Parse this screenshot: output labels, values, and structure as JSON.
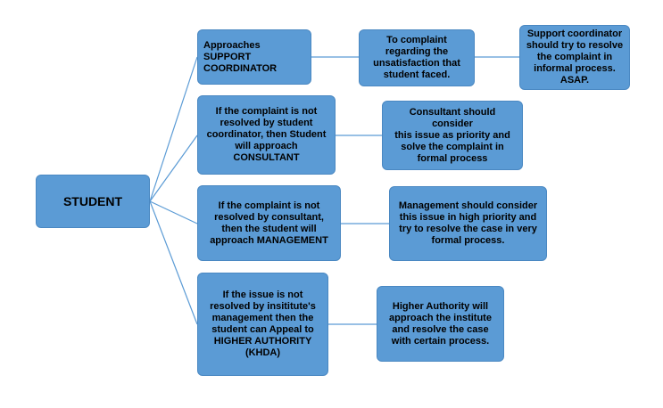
{
  "root": {
    "label": "STUDENT"
  },
  "levels": [
    {
      "step": "Approaches SUPPORT\nCOORDINATOR",
      "reason": "To complaint\nregarding the\nunsatisfaction that\nstudent faced.",
      "outcome": "Support coordinator\nshould try to resolve\nthe complaint in\ninformal process.\nASAP."
    },
    {
      "step": "If the complaint is not\nresolved by student\ncoordinator, then Student\nwill approach\nCONSULTANT",
      "outcome": "Consultant should consider\nthis issue as priority  and\nsolve the complaint in\nformal process"
    },
    {
      "step": "If the complaint is not\nresolved by consultant,\nthen the student will\napproach MANAGEMENT",
      "outcome": "Management should consider\nthis issue in high priority and\ntry to resolve the case in very\nformal process."
    },
    {
      "step": "If the issue is not\nresolved by insititute's\nmanagement then the\nstudent can Appeal to\nHIGHER AUTHORITY\n(KHDA)",
      "outcome": "Higher Authority will\napproach the institute\nand resolve the case\nwith certain process."
    }
  ]
}
